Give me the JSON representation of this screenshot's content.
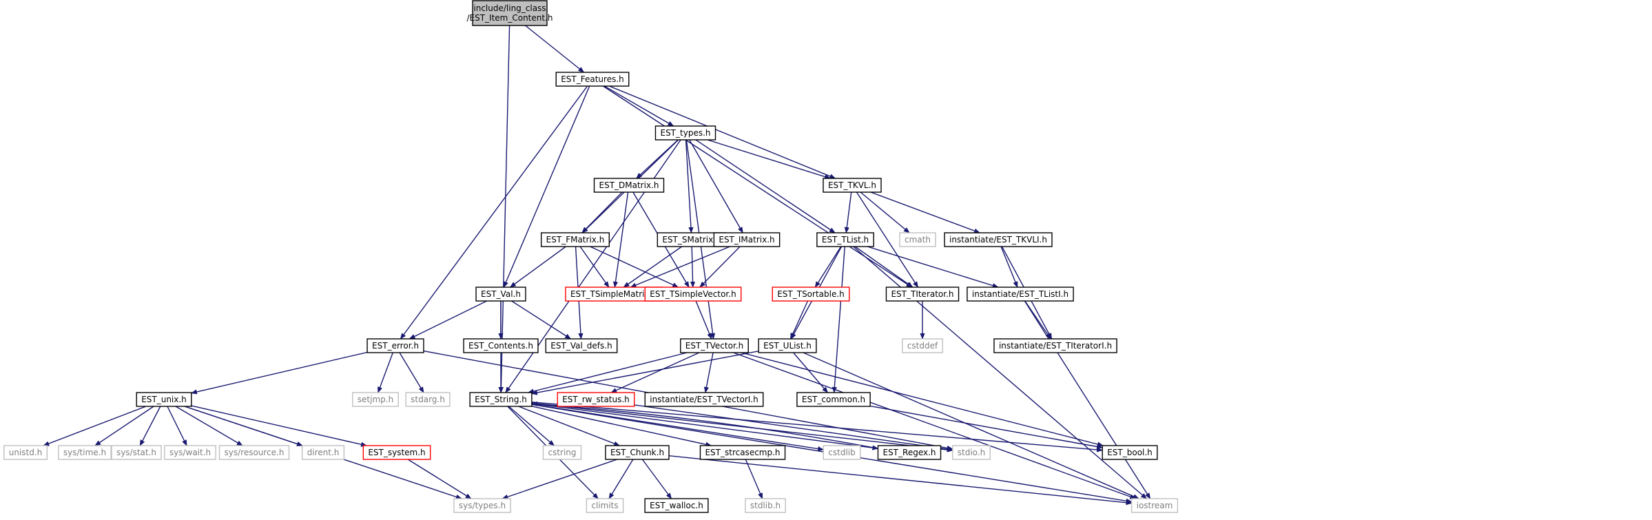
{
  "graph_title": "",
  "colors": {
    "edge": "#191970",
    "root_fill": "#bfbfbf",
    "normal_border": "#000000",
    "external_border": "#bfbfbf",
    "external_text": "#7f7f7f",
    "truncated_border": "#ff0000"
  },
  "nodes": [
    {
      "id": "root",
      "label": "include/ling_class\n/EST_Item_Content.h",
      "kind": "root"
    },
    {
      "id": "features",
      "label": "EST_Features.h",
      "kind": "normal"
    },
    {
      "id": "types",
      "label": "EST_types.h",
      "kind": "normal"
    },
    {
      "id": "dmatrix",
      "label": "EST_DMatrix.h",
      "kind": "normal"
    },
    {
      "id": "tkvl",
      "label": "EST_TKVL.h",
      "kind": "normal"
    },
    {
      "id": "fmatrix",
      "label": "EST_FMatrix.h",
      "kind": "normal"
    },
    {
      "id": "smatrix",
      "label": "EST_SMatrix.h",
      "kind": "normal"
    },
    {
      "id": "imatrix",
      "label": "EST_IMatrix.h",
      "kind": "normal"
    },
    {
      "id": "tlist",
      "label": "EST_TList.h",
      "kind": "normal"
    },
    {
      "id": "cmath",
      "label": "cmath",
      "kind": "external"
    },
    {
      "id": "tkvli",
      "label": "instantiate/EST_TKVLI.h",
      "kind": "normal"
    },
    {
      "id": "val",
      "label": "EST_Val.h",
      "kind": "normal"
    },
    {
      "id": "tsimplematrix",
      "label": "EST_TSimpleMatrix.h",
      "kind": "truncated"
    },
    {
      "id": "tsimplevector",
      "label": "EST_TSimpleVector.h",
      "kind": "truncated"
    },
    {
      "id": "tsortable",
      "label": "EST_TSortable.h",
      "kind": "truncated"
    },
    {
      "id": "titerator",
      "label": "EST_TIterator.h",
      "kind": "normal"
    },
    {
      "id": "tlisti",
      "label": "instantiate/EST_TListI.h",
      "kind": "normal"
    },
    {
      "id": "cstddef",
      "label": "cstddef",
      "kind": "external"
    },
    {
      "id": "titeratori",
      "label": "instantiate/EST_TIteratorI.h",
      "kind": "normal"
    },
    {
      "id": "error",
      "label": "EST_error.h",
      "kind": "normal"
    },
    {
      "id": "contents",
      "label": "EST_Contents.h",
      "kind": "normal"
    },
    {
      "id": "valdefs",
      "label": "EST_Val_defs.h",
      "kind": "normal"
    },
    {
      "id": "tvector",
      "label": "EST_TVector.h",
      "kind": "normal"
    },
    {
      "id": "ulist",
      "label": "EST_UList.h",
      "kind": "normal"
    },
    {
      "id": "setjmp",
      "label": "setjmp.h",
      "kind": "external"
    },
    {
      "id": "stdarg",
      "label": "stdarg.h",
      "kind": "external"
    },
    {
      "id": "unix",
      "label": "EST_unix.h",
      "kind": "normal"
    },
    {
      "id": "string",
      "label": "EST_String.h",
      "kind": "normal"
    },
    {
      "id": "rwstatus",
      "label": "EST_rw_status.h",
      "kind": "truncated"
    },
    {
      "id": "tvectori",
      "label": "instantiate/EST_TVectorI.h",
      "kind": "normal"
    },
    {
      "id": "common",
      "label": "EST_common.h",
      "kind": "normal"
    },
    {
      "id": "unistd",
      "label": "unistd.h",
      "kind": "external"
    },
    {
      "id": "systime",
      "label": "sys/time.h",
      "kind": "external"
    },
    {
      "id": "sysstat",
      "label": "sys/stat.h",
      "kind": "external"
    },
    {
      "id": "syswait",
      "label": "sys/wait.h",
      "kind": "external"
    },
    {
      "id": "sysresource",
      "label": "sys/resource.h",
      "kind": "external"
    },
    {
      "id": "dirent",
      "label": "dirent.h",
      "kind": "external"
    },
    {
      "id": "system",
      "label": "EST_system.h",
      "kind": "truncated"
    },
    {
      "id": "cstring",
      "label": "cstring",
      "kind": "external"
    },
    {
      "id": "chunk",
      "label": "EST_Chunk.h",
      "kind": "normal"
    },
    {
      "id": "strcasecmp",
      "label": "EST_strcasecmp.h",
      "kind": "normal"
    },
    {
      "id": "cstdlib",
      "label": "cstdlib",
      "kind": "external"
    },
    {
      "id": "regex",
      "label": "EST_Regex.h",
      "kind": "normal"
    },
    {
      "id": "stdio",
      "label": "stdio.h",
      "kind": "external"
    },
    {
      "id": "bool",
      "label": "EST_bool.h",
      "kind": "normal"
    },
    {
      "id": "systypes",
      "label": "sys/types.h",
      "kind": "external"
    },
    {
      "id": "climits",
      "label": "climits",
      "kind": "external"
    },
    {
      "id": "walloc",
      "label": "EST_walloc.h",
      "kind": "normal"
    },
    {
      "id": "stdlib",
      "label": "stdlib.h",
      "kind": "external"
    },
    {
      "id": "iostream",
      "label": "iostream",
      "kind": "external"
    }
  ],
  "edges": [
    [
      "root",
      "features"
    ],
    [
      "root",
      "string"
    ],
    [
      "features",
      "types"
    ],
    [
      "features",
      "tkvl"
    ],
    [
      "features",
      "titerator"
    ],
    [
      "features",
      "val"
    ],
    [
      "features",
      "error"
    ],
    [
      "types",
      "dmatrix"
    ],
    [
      "types",
      "fmatrix"
    ],
    [
      "types",
      "smatrix"
    ],
    [
      "types",
      "imatrix"
    ],
    [
      "types",
      "tkvl"
    ],
    [
      "types",
      "tlist"
    ],
    [
      "types",
      "tvector"
    ],
    [
      "types",
      "string"
    ],
    [
      "dmatrix",
      "fmatrix"
    ],
    [
      "dmatrix",
      "tsimplematrix"
    ],
    [
      "dmatrix",
      "tsimplevector"
    ],
    [
      "fmatrix",
      "val"
    ],
    [
      "fmatrix",
      "tsimplematrix"
    ],
    [
      "fmatrix",
      "tsimplevector"
    ],
    [
      "fmatrix",
      "valdefs"
    ],
    [
      "smatrix",
      "tsimplematrix"
    ],
    [
      "smatrix",
      "tsimplevector"
    ],
    [
      "imatrix",
      "tsimplematrix"
    ],
    [
      "imatrix",
      "tsimplevector"
    ],
    [
      "tkvl",
      "tlist"
    ],
    [
      "tkvl",
      "cmath"
    ],
    [
      "tkvl",
      "titerator"
    ],
    [
      "tkvl",
      "tkvli"
    ],
    [
      "tkvli",
      "tlisti"
    ],
    [
      "tkvli",
      "titeratori"
    ],
    [
      "tlist",
      "tsortable"
    ],
    [
      "tlist",
      "titerator"
    ],
    [
      "tlist",
      "tlisti"
    ],
    [
      "tlist",
      "ulist"
    ],
    [
      "tlist",
      "common"
    ],
    [
      "tlist",
      "iostream"
    ],
    [
      "tsortable",
      "ulist"
    ],
    [
      "titerator",
      "cstddef"
    ],
    [
      "tlisti",
      "titeratori"
    ],
    [
      "tlisti",
      "iostream"
    ],
    [
      "tsimplevector",
      "tvector"
    ],
    [
      "val",
      "error"
    ],
    [
      "val",
      "contents"
    ],
    [
      "val",
      "valdefs"
    ],
    [
      "val",
      "string"
    ],
    [
      "error",
      "unix"
    ],
    [
      "error",
      "setjmp"
    ],
    [
      "error",
      "stdarg"
    ],
    [
      "error",
      "stdio"
    ],
    [
      "tvector",
      "string"
    ],
    [
      "tvector",
      "rwstatus"
    ],
    [
      "tvector",
      "tvectori"
    ],
    [
      "tvector",
      "bool"
    ],
    [
      "tvector",
      "iostream"
    ],
    [
      "ulist",
      "string"
    ],
    [
      "ulist",
      "common"
    ],
    [
      "ulist",
      "iostream"
    ],
    [
      "common",
      "bool"
    ],
    [
      "rwstatus",
      "stdio"
    ],
    [
      "unix",
      "unistd"
    ],
    [
      "unix",
      "systime"
    ],
    [
      "unix",
      "sysstat"
    ],
    [
      "unix",
      "syswait"
    ],
    [
      "unix",
      "sysresource"
    ],
    [
      "unix",
      "dirent"
    ],
    [
      "unix",
      "system"
    ],
    [
      "unix",
      "systypes"
    ],
    [
      "system",
      "systypes"
    ],
    [
      "string",
      "cstring"
    ],
    [
      "string",
      "chunk"
    ],
    [
      "string",
      "strcasecmp"
    ],
    [
      "string",
      "cstdlib"
    ],
    [
      "string",
      "regex"
    ],
    [
      "string",
      "stdio"
    ],
    [
      "string",
      "bool"
    ],
    [
      "string",
      "climits"
    ],
    [
      "string",
      "iostream"
    ],
    [
      "regex",
      "string"
    ],
    [
      "chunk",
      "systypes"
    ],
    [
      "chunk",
      "climits"
    ],
    [
      "chunk",
      "walloc"
    ],
    [
      "chunk",
      "iostream"
    ],
    [
      "strcasecmp",
      "stdlib"
    ]
  ]
}
